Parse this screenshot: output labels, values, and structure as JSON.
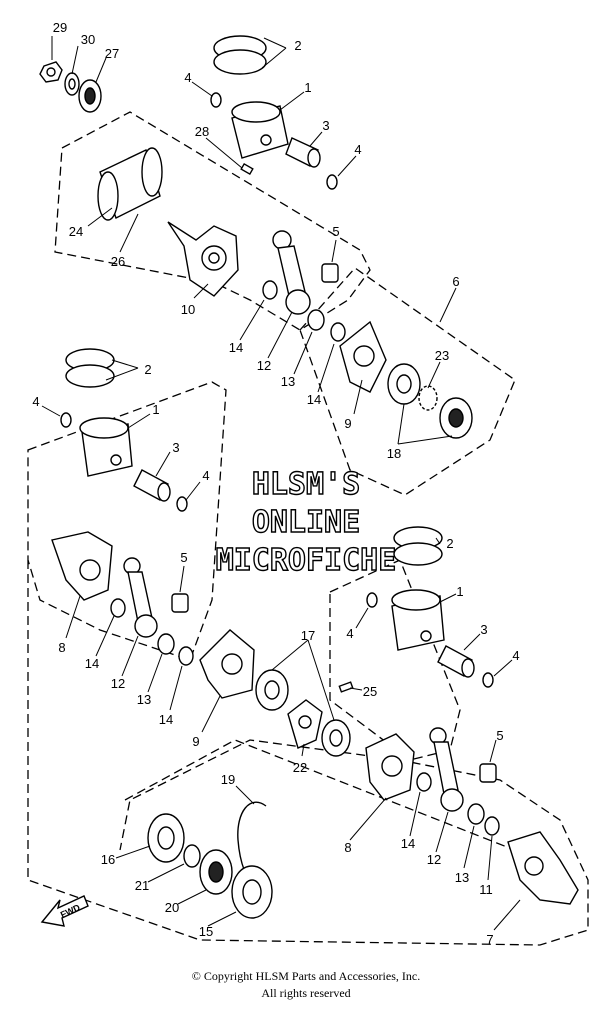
{
  "watermark": {
    "line1": "HLSM'S",
    "line2": "ONLINE",
    "line3": "MICROFICHE"
  },
  "fwd_label": "FWD",
  "copyright": {
    "line1": "© Copyright HLSM Parts and Accessories, Inc.",
    "line2": "All rights reserved"
  },
  "callouts": [
    {
      "id": "c29",
      "text": "29"
    },
    {
      "id": "c30",
      "text": "30"
    },
    {
      "id": "c27",
      "text": "27"
    },
    {
      "id": "c2a",
      "text": "2"
    },
    {
      "id": "c4a",
      "text": "4"
    },
    {
      "id": "c1a",
      "text": "1"
    },
    {
      "id": "c28",
      "text": "28"
    },
    {
      "id": "c3a",
      "text": "3"
    },
    {
      "id": "c4b",
      "text": "4"
    },
    {
      "id": "c24",
      "text": "24"
    },
    {
      "id": "c26",
      "text": "26"
    },
    {
      "id": "c5a",
      "text": "5"
    },
    {
      "id": "c6",
      "text": "6"
    },
    {
      "id": "c10",
      "text": "10"
    },
    {
      "id": "c14a",
      "text": "14"
    },
    {
      "id": "c12a",
      "text": "12"
    },
    {
      "id": "c13a",
      "text": "13"
    },
    {
      "id": "c14b",
      "text": "14"
    },
    {
      "id": "c23",
      "text": "23"
    },
    {
      "id": "c9a",
      "text": "9"
    },
    {
      "id": "c18",
      "text": "18"
    },
    {
      "id": "c2b",
      "text": "2"
    },
    {
      "id": "c4c",
      "text": "4"
    },
    {
      "id": "c1b",
      "text": "1"
    },
    {
      "id": "c3b",
      "text": "3"
    },
    {
      "id": "c4d",
      "text": "4"
    },
    {
      "id": "c5b",
      "text": "5"
    },
    {
      "id": "c8a",
      "text": "8"
    },
    {
      "id": "c14c",
      "text": "14"
    },
    {
      "id": "c12b",
      "text": "12"
    },
    {
      "id": "c13b",
      "text": "13"
    },
    {
      "id": "c14d",
      "text": "14"
    },
    {
      "id": "c9b",
      "text": "9"
    },
    {
      "id": "c17",
      "text": "17"
    },
    {
      "id": "c25",
      "text": "25"
    },
    {
      "id": "c22",
      "text": "22"
    },
    {
      "id": "c2c",
      "text": "2"
    },
    {
      "id": "c1c",
      "text": "1"
    },
    {
      "id": "c4e",
      "text": "4"
    },
    {
      "id": "c3c",
      "text": "3"
    },
    {
      "id": "c4f",
      "text": "4"
    },
    {
      "id": "c5c",
      "text": "5"
    },
    {
      "id": "c8b",
      "text": "8"
    },
    {
      "id": "c14e",
      "text": "14"
    },
    {
      "id": "c12c",
      "text": "12"
    },
    {
      "id": "c13c",
      "text": "13"
    },
    {
      "id": "c11",
      "text": "11"
    },
    {
      "id": "c7",
      "text": "7"
    },
    {
      "id": "c19",
      "text": "19"
    },
    {
      "id": "c16",
      "text": "16"
    },
    {
      "id": "c21",
      "text": "21"
    },
    {
      "id": "c20",
      "text": "20"
    },
    {
      "id": "c15",
      "text": "15"
    }
  ]
}
